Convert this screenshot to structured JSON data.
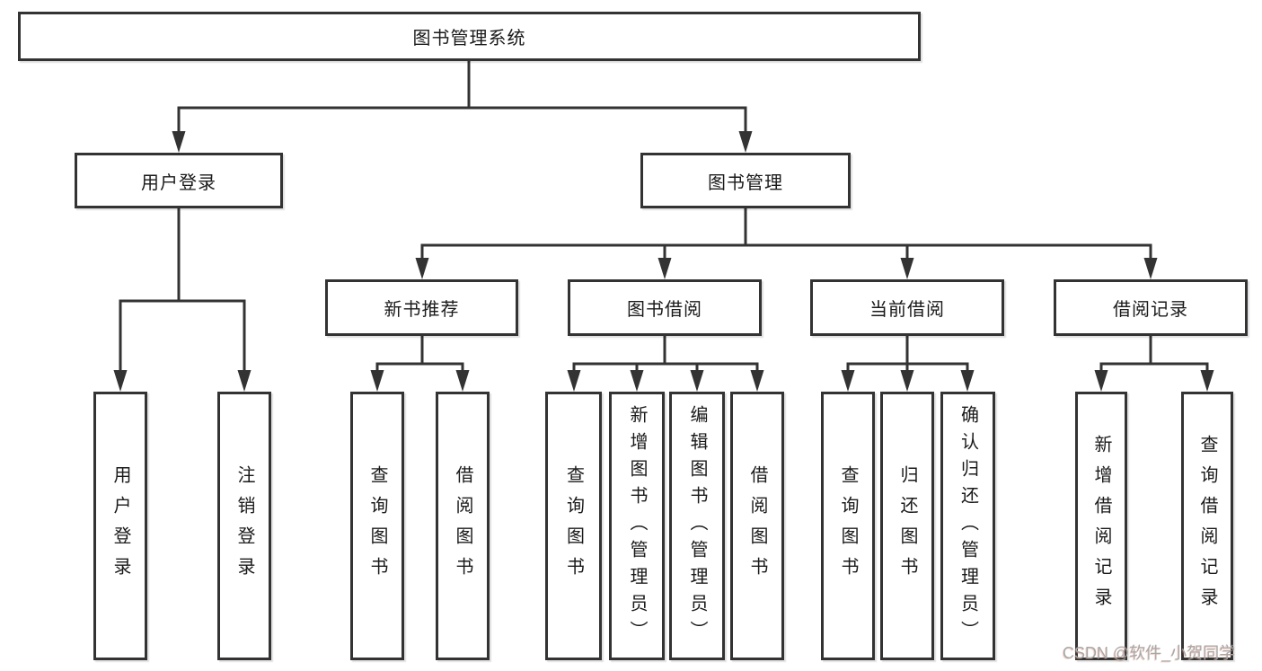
{
  "diagram": {
    "title": "图书管理系统"
  },
  "nodes": {
    "root": {
      "label": "图书管理系统"
    },
    "user_login": {
      "label": "用户登录"
    },
    "book_mgmt": {
      "label": "图书管理"
    },
    "new_book_rec": {
      "label": "新书推荐"
    },
    "book_borrow": {
      "label": "图书借阅"
    },
    "current_borrow": {
      "label": "当前借阅"
    },
    "borrow_record": {
      "label": "借阅记录"
    },
    "login_leaf": {
      "label": "用户登录"
    },
    "logout_leaf": {
      "label": "注销登录"
    },
    "rec_query": {
      "label": "查询图书"
    },
    "rec_borrow": {
      "label": "借阅图书"
    },
    "bb_query": {
      "label": "查询图书"
    },
    "bb_add": {
      "label": "新增图书（管理员）"
    },
    "bb_edit": {
      "label": "编辑图书（管理员）"
    },
    "bb_borrow": {
      "label": "借阅图书"
    },
    "cb_query": {
      "label": "查询图书"
    },
    "cb_return": {
      "label": "归还图书"
    },
    "cb_confirm": {
      "label": "确认归还（管理员）"
    },
    "br_add": {
      "label": "新增借阅记录"
    },
    "br_query": {
      "label": "查询借阅记录"
    }
  },
  "tree": {
    "图书管理系统": {
      "用户登录": [
        "用户登录",
        "注销登录"
      ],
      "图书管理": {
        "新书推荐": [
          "查询图书",
          "借阅图书"
        ],
        "图书借阅": [
          "查询图书",
          "新增图书（管理员）",
          "编辑图书（管理员）",
          "借阅图书"
        ],
        "当前借阅": [
          "查询图书",
          "归还图书",
          "确认归还（管理员）"
        ],
        "借阅记录": [
          "新增借阅记录",
          "查询借阅记录"
        ]
      }
    }
  },
  "colors": {
    "line": "#333333",
    "text": "#1a1a1a",
    "watermark": "#a8a8a8",
    "background": "#ffffff"
  },
  "watermark": {
    "text": "CSDN @软件_小贺同学"
  }
}
